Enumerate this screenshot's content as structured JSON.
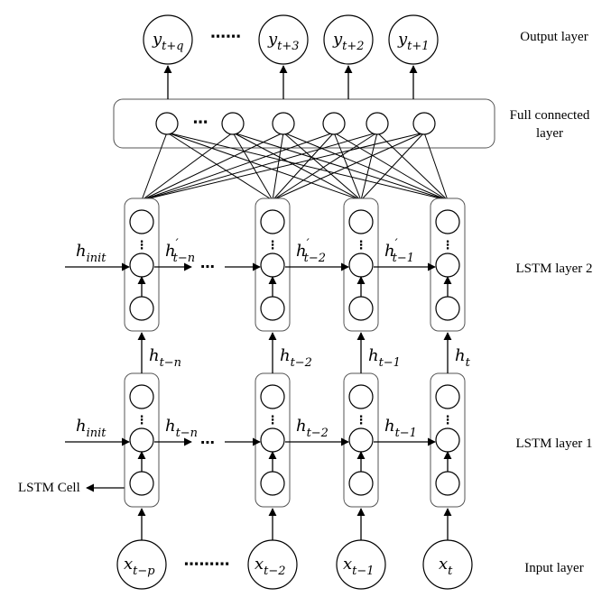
{
  "layers": {
    "output": "Output layer",
    "full_connected_1": "Full connected",
    "full_connected_2": "layer",
    "lstm2": "LSTM layer 2",
    "lstm1": "LSTM layer 1",
    "input": "Input layer"
  },
  "cell_pointer": "LSTM Cell",
  "outputs": [
    {
      "base": "y",
      "sub": "t+q"
    },
    {
      "base": "y",
      "sub": "t+3"
    },
    {
      "base": "y",
      "sub": "t+2"
    },
    {
      "base": "y",
      "sub": "t+1"
    }
  ],
  "inputs": [
    {
      "base": "x",
      "sub": "t−p"
    },
    {
      "base": "x",
      "sub": "t−2"
    },
    {
      "base": "x",
      "sub": "t−1"
    },
    {
      "base": "x",
      "sub": "t"
    }
  ],
  "lstm2_states": [
    {
      "base": "h",
      "sub": "init",
      "prime": ""
    },
    {
      "base": "h",
      "sub": "t−n",
      "prime": "′"
    },
    {
      "base": "h",
      "sub": "t−2",
      "prime": "′"
    },
    {
      "base": "h",
      "sub": "t−1",
      "prime": "′"
    }
  ],
  "lstm1_states": [
    {
      "base": "h",
      "sub": "init"
    },
    {
      "base": "h",
      "sub": "t−n"
    },
    {
      "base": "h",
      "sub": "t−2"
    },
    {
      "base": "h",
      "sub": "t−1"
    }
  ],
  "vertical_states": [
    {
      "base": "h",
      "sub": "t−n"
    },
    {
      "base": "h",
      "sub": "t−2"
    },
    {
      "base": "h",
      "sub": "t−1"
    },
    {
      "base": "h",
      "sub": "t"
    }
  ],
  "ellipsis_output": "⋯⋯",
  "ellipsis_fc": "⋯",
  "ellipsis_lstm": "⋯",
  "ellipsis_input": "⋯⋯⋯",
  "colon": "⋮"
}
